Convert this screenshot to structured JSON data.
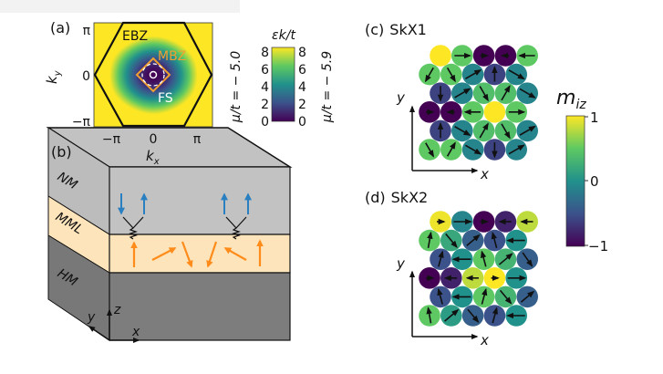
{
  "panel_a": {
    "label": "(a)",
    "ylabel": "k_y",
    "ylabel_main": "k",
    "ylabel_sub": "y",
    "xlabel_main": "k",
    "xlabel_sub": "x",
    "yticks": [
      "π",
      "0",
      "−π"
    ],
    "xticks": [
      "−π",
      "0",
      "π"
    ],
    "annotations": {
      "ebz": "EBZ",
      "mbz": "MBZ",
      "fs": "FS"
    },
    "colorbar_title": "εk/t",
    "colorbar_title_main": "ε",
    "colorbar_title_sub": "k",
    "colorbar_title_tail": "/t",
    "colorbar_left_ticks": [
      "8",
      "6",
      "4",
      "2",
      "0"
    ],
    "colorbar_right_ticks": [
      "8",
      "6",
      "4",
      "2",
      "0"
    ],
    "colorbar_range": [
      0,
      8.5
    ],
    "mu_left": "μ/t = − 5.0",
    "mu_right": "μ/t = − 5.9",
    "colors": {
      "ebz": "#111111",
      "mbz": "#f0a030",
      "fs": "#ffffff"
    }
  },
  "panel_b": {
    "label": "(b)",
    "layers": {
      "nm": "NM",
      "mml": "MML",
      "hm": "HM"
    },
    "axes": {
      "z": "z",
      "y": "y",
      "x": "x"
    },
    "colors": {
      "nm": "#c2c2c2",
      "mml": "#fde4bb",
      "hm": "#7d7d7d",
      "spin_electron": "#2a7fc0",
      "spin_moment": "#ff8c1a"
    }
  },
  "panel_c": {
    "label": "(c)",
    "title": "SkX1",
    "xaxis": "x",
    "yaxis": "y",
    "rows": [
      {
        "m": [
          1,
          0.5,
          -1,
          -1,
          0.5
        ],
        "angle": [
          null,
          0,
          0,
          180,
          180
        ]
      },
      {
        "m": [
          0.5,
          0.5,
          -0.1,
          -0.6,
          -0.1
        ],
        "angle": [
          240,
          300,
          30,
          90,
          330
        ]
      },
      {
        "m": [
          -0.6,
          -0.1,
          0.4,
          0.4,
          -0.1
        ],
        "angle": [
          270,
          30,
          300,
          60,
          330
        ]
      },
      {
        "m": [
          -1,
          -1,
          0.5,
          1,
          0.5
        ],
        "angle": [
          0,
          180,
          180,
          null,
          0
        ]
      },
      {
        "m": [
          -0.6,
          -0.1,
          0.4,
          0.4,
          -0.1
        ],
        "angle": [
          90,
          330,
          60,
          300,
          30
        ]
      },
      {
        "m": [
          0.5,
          0.5,
          -0.1,
          -0.6,
          -0.1
        ],
        "angle": [
          300,
          60,
          330,
          270,
          30
        ]
      }
    ]
  },
  "panel_d": {
    "label": "(d)",
    "title": "SkX2",
    "xaxis": "x",
    "yaxis": "y",
    "rows": [
      {
        "m": [
          0.95,
          -0.1,
          -1,
          -0.8,
          0.8
        ],
        "angle": [
          0,
          0,
          0,
          180,
          180
        ]
      },
      {
        "m": [
          0.5,
          0.2,
          -0.4,
          -0.5,
          0.0
        ],
        "angle": [
          80,
          310,
          40,
          105,
          180
        ]
      },
      {
        "m": [
          -0.5,
          0.0,
          0.5,
          0.3,
          -0.4
        ],
        "angle": [
          75,
          180,
          105,
          40,
          305
        ]
      },
      {
        "m": [
          -1,
          -0.8,
          0.8,
          1,
          0.0
        ],
        "angle": [
          0,
          180,
          180,
          0,
          0
        ]
      },
      {
        "m": [
          -0.5,
          0.0,
          0.5,
          0.3,
          -0.4
        ],
        "angle": [
          105,
          180,
          75,
          310,
          40
        ]
      },
      {
        "m": [
          0.5,
          0.1,
          -0.4,
          -0.5,
          0.0
        ],
        "angle": [
          100,
          40,
          310,
          75,
          180
        ]
      }
    ]
  },
  "colorbar_m": {
    "title_main": "m",
    "title_sub": "iz",
    "ticks": [
      "1",
      "0",
      "−1"
    ],
    "range": [
      -1,
      1
    ]
  }
}
